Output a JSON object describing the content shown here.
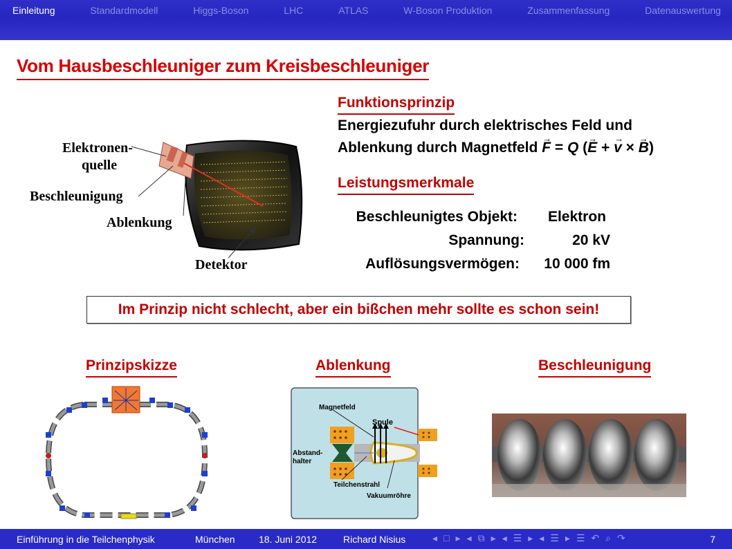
{
  "nav": {
    "items": [
      "Einleitung",
      "Standardmodell",
      "Higgs-Boson",
      "LHC",
      "ATLAS",
      "W-Boson Produktion",
      "Zusammenfassung",
      "Datenauswertung"
    ],
    "active": "Einleitung"
  },
  "slide": {
    "title": "Vom Hausbeschleuniger zum Kreisbeschleuniger",
    "crt_labels": {
      "source_line1": "Elektronen-",
      "source_line2": "quelle",
      "acceleration": "Beschleunigung",
      "deflection": "Ablenkung",
      "detector": "Detektor"
    },
    "principle": {
      "heading": "Funktionsprinzip",
      "line1": "Energiezufuhr durch elektrisches Feld und",
      "line2_text": "Ablenkung durch Magnetfeld",
      "formula": {
        "F": "F",
        "eq": "=",
        "Q": "Q",
        "E": "E",
        "plus": "+",
        "v": "v",
        "times": "×",
        "B": "B"
      }
    },
    "performance": {
      "heading": "Leistungsmerkmale",
      "rows": [
        {
          "label": "Beschleunigtes Objekt:",
          "value": "Elektron"
        },
        {
          "label": "Spannung:",
          "value": "20 kV"
        },
        {
          "label": "Auflösungsvermögen:",
          "value": "10 000 fm"
        }
      ]
    },
    "callout": "Im Prinzip nicht schlecht, aber ein bißchen mehr sollte es schon sein!",
    "bottom_headings": {
      "sketch": "Prinzipskizze",
      "deflection": "Ablenkung",
      "acceleration": "Beschleunigung"
    },
    "deflection_labels": {
      "magnetfeld": "Magnetfeld",
      "spule": "Spule",
      "abstand1": "Abstand-",
      "abstand2": "halter",
      "teilchenstrahl": "Teilchenstrahl",
      "vakuumroehre": "Vakuumröhre"
    }
  },
  "footer": {
    "course": "Einführung in die Teilchenphysik",
    "city": "München",
    "date": "18. Juni 2012",
    "author": "Richard Nisius",
    "page": "7"
  },
  "colors": {
    "nav_bg": "#2626c0",
    "title_red": "#d50000",
    "accent_red": "#c00000"
  }
}
